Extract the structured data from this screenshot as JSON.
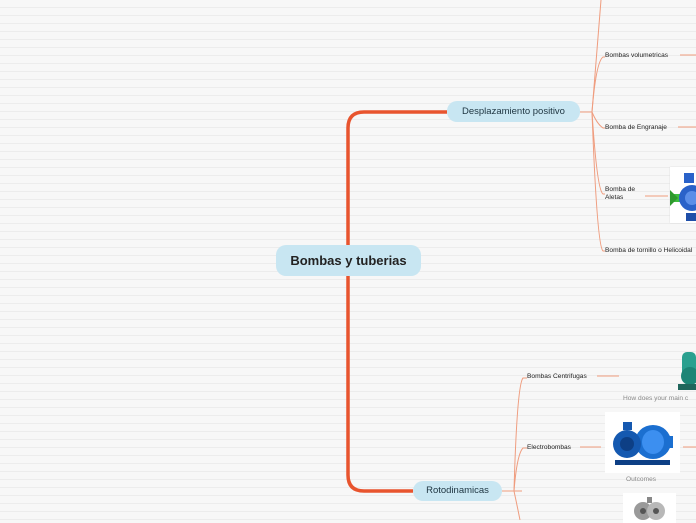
{
  "root": {
    "label": "Bombas y tuberias"
  },
  "branches": [
    {
      "label": "Desplazamiento positivo",
      "children": [
        {
          "label": "Bombas volumetricas"
        },
        {
          "label": "Bomba de Engranaje"
        },
        {
          "label": "Bomba de\nAletas"
        },
        {
          "label": "Bomba de tornillo o Helicoidal"
        }
      ]
    },
    {
      "label": "Rotodinamicas",
      "children": [
        {
          "label": "Bombas Centrifugas",
          "caption": "How does your main c"
        },
        {
          "label": "Electrobombas",
          "caption": "Outcomes"
        }
      ]
    }
  ],
  "colors": {
    "connector_main": "#e8542e",
    "connector_leaf": "#ef9c7e",
    "node_fill": "#c8e6f2"
  },
  "icons": [
    "vane-pump-image",
    "centrifugal-pump-image",
    "electropump-image",
    "gear-pump-image"
  ]
}
